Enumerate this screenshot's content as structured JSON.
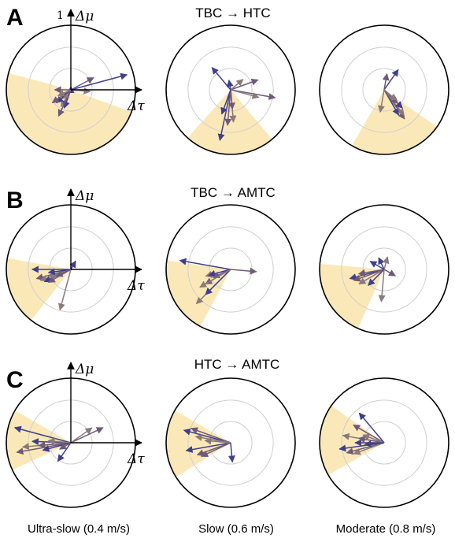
{
  "rows": [
    {
      "letter": "A",
      "title": "TBC → HTC",
      "x_axis_label": "Δτ",
      "y_axis_label": "Δμ",
      "radius_tick": "1",
      "plots": [
        {
          "sector_deg": [
            165,
            340
          ],
          "arrows": [
            [
              0.9,
              15
            ],
            [
              0.4,
              28
            ],
            [
              0.3,
              -5
            ],
            [
              0.05,
              90
            ],
            [
              0.25,
              180
            ],
            [
              0.3,
              240
            ],
            [
              0.3,
              250
            ],
            [
              0.45,
              245
            ],
            [
              0.2,
              225
            ],
            [
              0.3,
              222
            ],
            [
              0.35,
              215
            ],
            [
              0.22,
              205
            ]
          ]
        },
        {
          "sector_deg": [
            228,
            310
          ],
          "arrows": [
            [
              0.45,
              130
            ],
            [
              0.45,
              20
            ],
            [
              0.25,
              40
            ],
            [
              0.15,
              100
            ],
            [
              0.7,
              -10
            ],
            [
              0.45,
              -15
            ],
            [
              0.8,
              258
            ],
            [
              0.55,
              265
            ],
            [
              0.5,
              275
            ],
            [
              0.4,
              250
            ],
            [
              0.3,
              275
            ]
          ]
        },
        {
          "sector_deg": [
            240,
            325
          ],
          "arrows": [
            [
              0.38,
              55
            ],
            [
              0.25,
              80
            ],
            [
              0.35,
              260
            ],
            [
              0.45,
              -60
            ],
            [
              0.55,
              -55
            ],
            [
              0.5,
              -52
            ],
            [
              0.4,
              -45
            ],
            [
              0.3,
              -45
            ],
            [
              0.25,
              -40
            ]
          ]
        }
      ]
    },
    {
      "letter": "B",
      "title": "TBC → AMTC",
      "x_axis_label": "Δτ",
      "y_axis_label": "Δμ",
      "radius_tick": "",
      "plots": [
        {
          "sector_deg": [
            170,
            232
          ],
          "arrows": [
            [
              0.6,
              180
            ],
            [
              0.55,
              195
            ],
            [
              0.5,
              200
            ],
            [
              0.45,
              205
            ],
            [
              0.4,
              210
            ],
            [
              0.35,
              200
            ],
            [
              0.35,
              188
            ],
            [
              0.25,
              205
            ],
            [
              0.65,
              255
            ],
            [
              0.15,
              60
            ]
          ]
        },
        {
          "sector_deg": [
            172,
            242
          ],
          "arrows": [
            [
              0.8,
              170
            ],
            [
              0.4,
              -5
            ],
            [
              0.75,
              225
            ],
            [
              0.55,
              225
            ],
            [
              0.45,
              210
            ],
            [
              0.4,
              195
            ],
            [
              0.35,
              195
            ],
            [
              0.3,
              205
            ],
            [
              0.55,
              210
            ]
          ]
        },
        {
          "sector_deg": [
            175,
            246
          ],
          "arrows": [
            [
              0.55,
              195
            ],
            [
              0.5,
              200
            ],
            [
              0.45,
              210
            ],
            [
              0.35,
              225
            ],
            [
              0.4,
              190
            ],
            [
              0.5,
              265
            ],
            [
              0.2,
              115
            ],
            [
              0.2,
              -30
            ],
            [
              0.2,
              75
            ],
            [
              0.25,
              150
            ]
          ]
        }
      ]
    },
    {
      "letter": "C",
      "title": "HTC → AMTC",
      "x_axis_label": "Δτ",
      "y_axis_label": "Δμ",
      "radius_tick": "",
      "plots": [
        {
          "sector_deg": [
            150,
            205
          ],
          "arrows": [
            [
              0.9,
              165
            ],
            [
              0.85,
              190
            ],
            [
              0.75,
              185
            ],
            [
              0.6,
              178
            ],
            [
              0.5,
              185
            ],
            [
              0.35,
              175
            ],
            [
              0.45,
              195
            ],
            [
              0.55,
              25
            ],
            [
              0.4,
              35
            ],
            [
              0.35,
              235
            ],
            [
              0.2,
              210
            ]
          ]
        },
        {
          "sector_deg": [
            150,
            212
          ],
          "arrows": [
            [
              0.75,
              165
            ],
            [
              0.65,
              160
            ],
            [
              0.55,
              170
            ],
            [
              0.7,
              190
            ],
            [
              0.55,
              200
            ],
            [
              0.4,
              175
            ],
            [
              0.3,
              -85
            ],
            [
              0.5,
              205
            ]
          ]
        },
        {
          "sector_deg": [
            145,
            210
          ],
          "arrows": [
            [
              0.6,
              130
            ],
            [
              0.55,
              150
            ],
            [
              0.65,
              170
            ],
            [
              0.7,
              188
            ],
            [
              0.6,
              195
            ],
            [
              0.5,
              200
            ],
            [
              0.45,
              180
            ],
            [
              0.4,
              170
            ],
            [
              0.35,
              160
            ],
            [
              0.3,
              185
            ]
          ]
        }
      ]
    }
  ],
  "speeds": [
    "Ultra-slow (0.4 m/s)",
    "Slow (0.6 m/s)",
    "Moderate (0.8 m/s)"
  ],
  "colors": {
    "sector_fill": "#fbe8b8",
    "arrow_blue": "#3f3f8c",
    "arrow_mix": "#6e5a78",
    "arrow_gray": "#8a7a7a",
    "grid": "#cfcfcf",
    "circle": "#000000"
  }
}
